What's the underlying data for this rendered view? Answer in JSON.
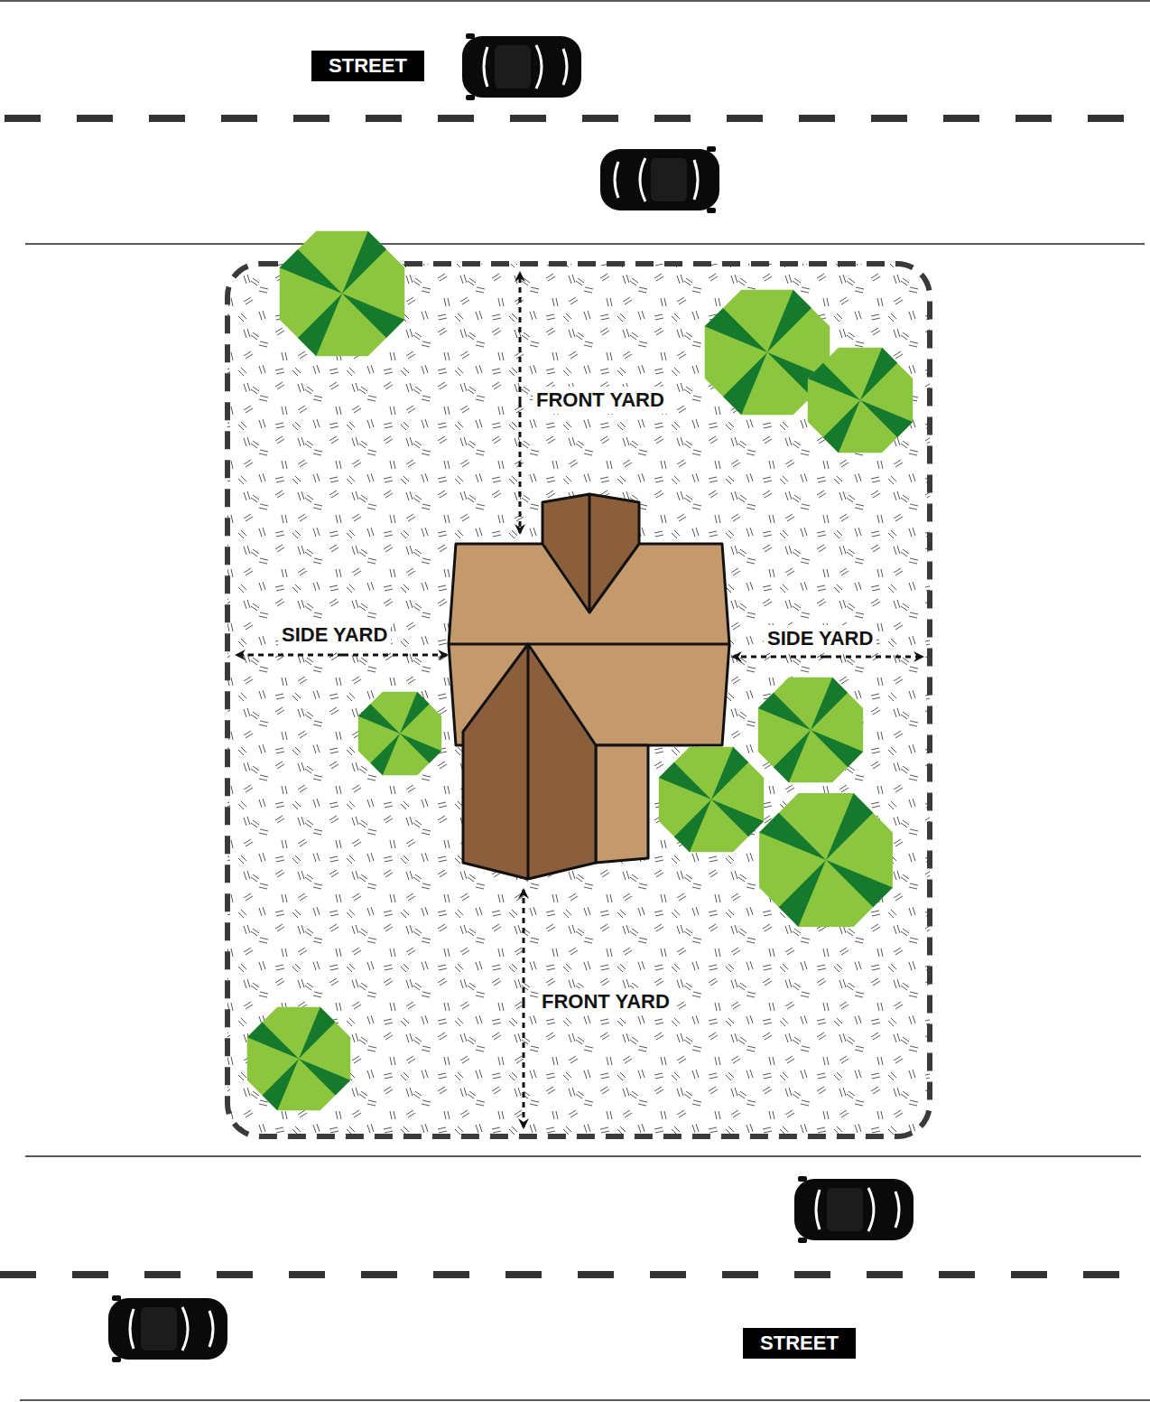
{
  "diagram": {
    "nodes": [
      {
        "text": [
          "STREET"
        ]
      },
      {
        "text": [
          "STREET"
        ]
      }
    ],
    "labels": [
      "FRONT YARD",
      "SIDE YARD",
      "SIDE YARD",
      "FRONT YARD"
    ]
  }
}
